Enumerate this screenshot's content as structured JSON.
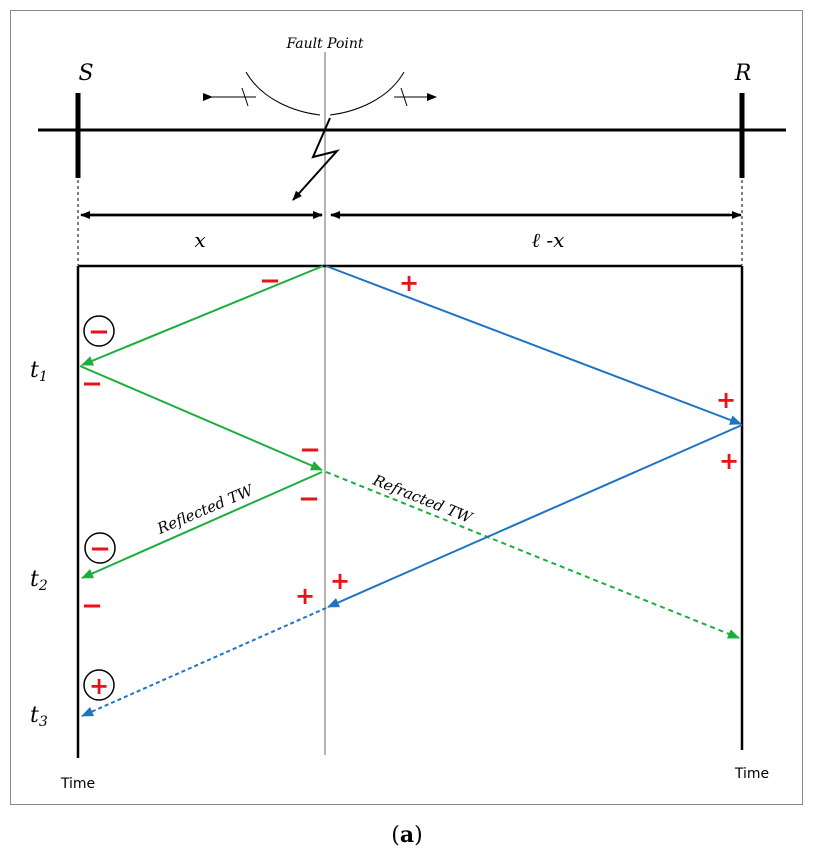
{
  "labels": {
    "fault_point": "Fault Point",
    "bus_s": "S",
    "bus_r": "R",
    "dist_left": "x",
    "dist_right": "ℓ -x",
    "reflected": "Reflected TW",
    "refracted": "Refracted TW",
    "time_left": "Time",
    "time_right": "Time",
    "t1": "t",
    "t1_sub": "1",
    "t2": "t",
    "t2_sub": "2",
    "t3": "t",
    "t3_sub": "3"
  },
  "signs": {
    "minus": "−",
    "plus": "+"
  },
  "caption": {
    "open": "(",
    "letter": "a",
    "close": ")"
  },
  "colors": {
    "green": "#1aae3c",
    "blue": "#1f73c4",
    "red": "#e8121b",
    "line": "#000000",
    "grey": "#9a9a9a"
  }
}
